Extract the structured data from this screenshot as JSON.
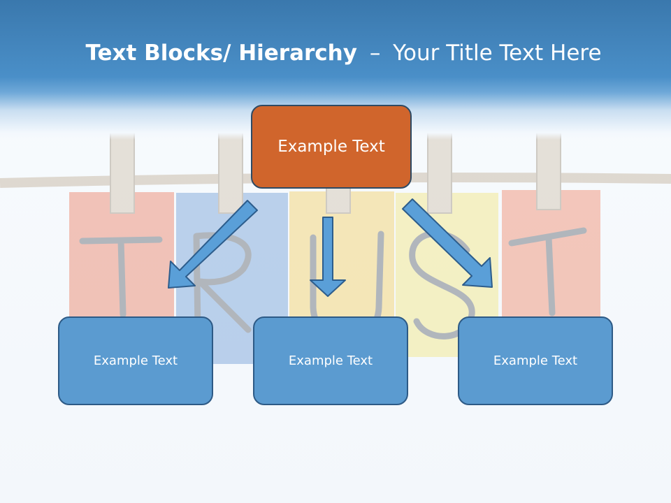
{
  "slide": {
    "title_bold": "Text Blocks/ Hierarchy",
    "title_dash": "–",
    "title_rest": "Your Title Text Here"
  },
  "hierarchy": {
    "top": {
      "label": "Example Text"
    },
    "children": [
      {
        "label": "Example Text"
      },
      {
        "label": "Example Text"
      },
      {
        "label": "Example Text"
      }
    ]
  },
  "background": {
    "word": "TRUST",
    "letters": [
      "T",
      "R",
      "U",
      "S",
      "T"
    ],
    "card_colors": [
      "#e96a4a",
      "#5a8fd0",
      "#f3c84a",
      "#f2e46a",
      "#ef7552"
    ],
    "rope_color": "#b9a58a",
    "peg_color": "#c8b79d"
  },
  "colors": {
    "header": "#4a8fc8",
    "top_box": "#d0652c",
    "child_box": "#5b9bd0",
    "box_border": "#2e4a64",
    "arrow": "#5a9fd8",
    "arrow_outline": "#2d5d8c"
  }
}
